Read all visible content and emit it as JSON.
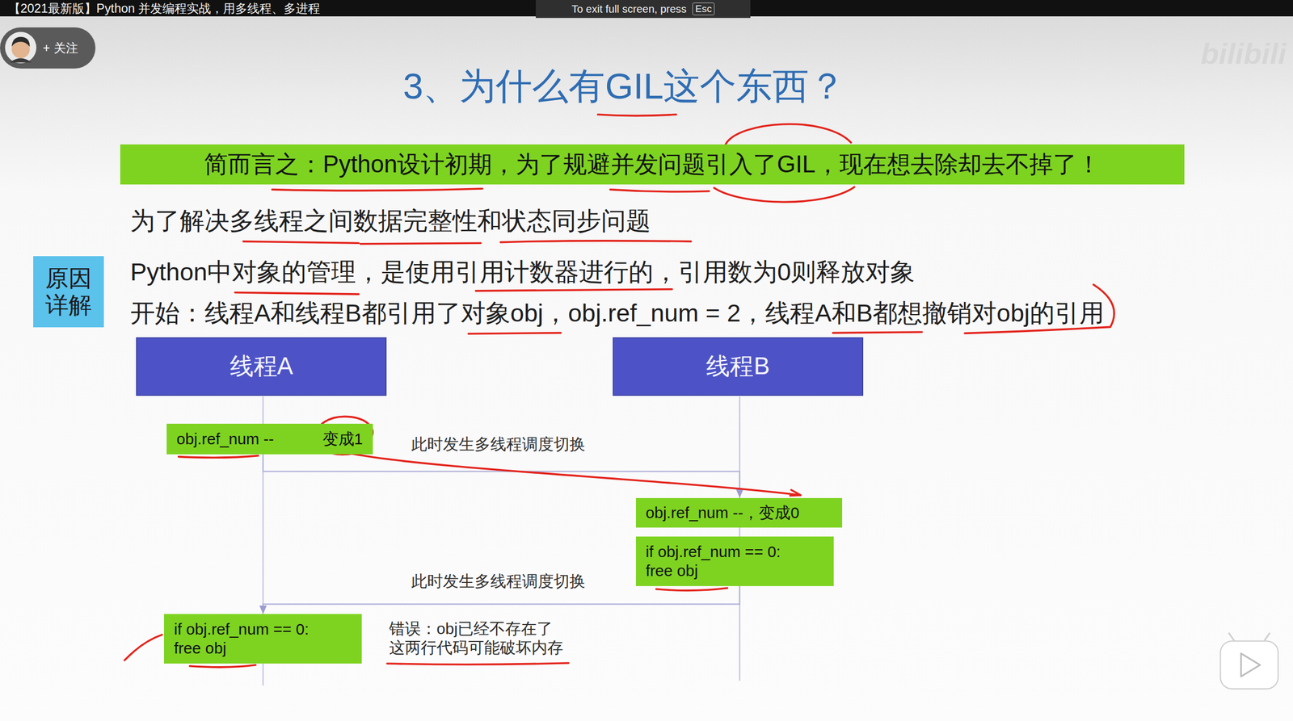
{
  "diagram": {
    "title": "3、为什么有GIL这个东西？",
    "nodes": [
      {
        "text": [
          "【2021最新版】Python 并发编程实战，用多线程、多进程"
        ]
      },
      {
        "text": [
          "To exit full screen, press"
        ]
      },
      {
        "text": [
          "Esc"
        ],
        "in": 1
      },
      {
        "text": [
          "+ 关注"
        ]
      },
      {
        "text": [
          "简而言之：Python设计初期，为了规避并发问题引入了GIL，现在想去除却去不掉了！"
        ]
      },
      {
        "text": [
          "原因详解"
        ]
      },
      {
        "text": [
          "线程A"
        ]
      },
      {
        "text": [
          "线程B"
        ]
      },
      {
        "text": [
          "obj.ref_num --",
          "变成1"
        ]
      },
      {
        "text": [
          "obj.ref_num --，变成0"
        ]
      },
      {
        "text": [
          "if obj.ref_num == 0: free obj"
        ]
      },
      {
        "text": [
          "if obj.ref_num == 0: free obj"
        ]
      }
    ],
    "edges": [
      {
        "from": 8,
        "to": 9,
        "arrow": "to",
        "label": "此时发生多线程调度切换"
      },
      {
        "from": 10,
        "to": 11,
        "arrow": "to",
        "label": "此时发生多线程调度切换"
      }
    ],
    "labels": [
      "为了解决多线程之间数据完整性和状态同步问题",
      "Python中对象的管理，是使用引用计数器进行的，引用数为0则释放对象",
      "开始：线程A和线程B都引用了对象obj，obj.ref_num = 2，线程A和B都想撤销对obj的引用",
      "错误：obj已经不存在了",
      "这两行代码可能破坏内存",
      "bilibili"
    ]
  }
}
